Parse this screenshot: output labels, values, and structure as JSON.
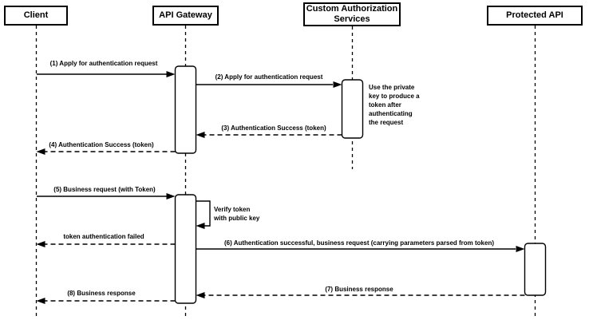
{
  "diagram_type": "uml-sequence",
  "actors": [
    {
      "id": "client",
      "label": "Client"
    },
    {
      "id": "api-gateway",
      "label": "API Gateway"
    },
    {
      "id": "custom-auth",
      "label": "Custom Authorization\nServices"
    },
    {
      "id": "protected-api",
      "label": "Protected API"
    }
  ],
  "messages": {
    "m1": "(1) Apply for authentication request",
    "m2": "(2) Apply for authentication request",
    "m3": "(3) Authentication Success (token)",
    "m4": "(4) Authentication Success (token)",
    "m5": "(5) Business request (with Token)",
    "self": "Verify token\nwith public key",
    "fail": "token authentication failed",
    "m6": "(6) Authentication successful, business request (carrying parameters parsed from token)",
    "m7": "(7) Business response",
    "m8": "(8) Business response"
  },
  "note": "Use the private\nkey to produce a\ntoken after\nauthenticating\nthe request",
  "colors": {
    "line": "#000000",
    "background": "#ffffff"
  }
}
